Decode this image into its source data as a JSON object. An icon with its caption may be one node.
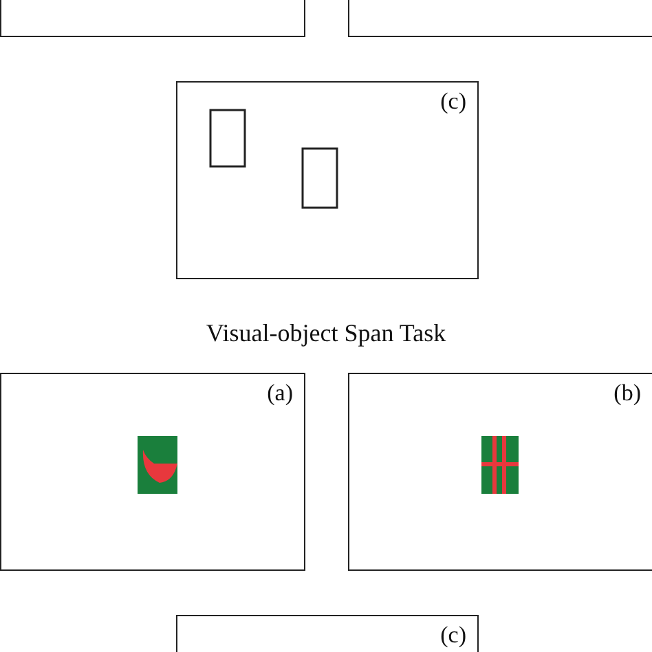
{
  "diagram": {
    "title": "Visual-object Span Task",
    "nodes": [
      {
        "text": [],
        "shape": "box"
      },
      {
        "text": [],
        "shape": "box"
      },
      {
        "text": [
          "(c)"
        ]
      },
      {
        "text": [
          "(a)"
        ]
      },
      {
        "text": [
          "(b)"
        ]
      },
      {
        "text": [
          "(c)"
        ]
      }
    ]
  }
}
